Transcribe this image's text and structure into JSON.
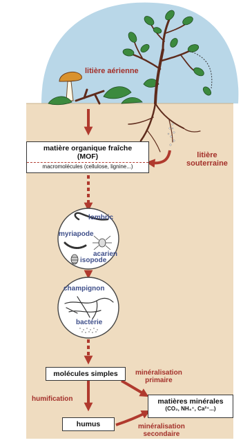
{
  "labels": {
    "litiere_aerienne": "litière aérienne",
    "litiere_souterraine_1": "litière",
    "litiere_souterraine_2": "souterraine",
    "mof_line1": "matière organique fraîche",
    "mof_line2": "(MOF)",
    "mof_line3": "macromolécules (cellulose, lignine...)",
    "lombric": "lombric",
    "myriapode": "myriapode",
    "acarien": "acarien",
    "isopode": "isopode",
    "champignon": "champignon",
    "bacterie": "bactérie",
    "molecules_simples": "molécules simples",
    "mineralisation_primaire_1": "minéralisation",
    "mineralisation_primaire_2": "primaire",
    "humification": "humification",
    "humus": "humus",
    "matieres_minerales": "matières minérales",
    "matieres_minerales_formula": "(CO₂, NH₄⁺, Ca²⁺...)",
    "mineralisation_secondaire_1": "minéralisation",
    "mineralisation_secondaire_2": "secondaire"
  },
  "colors": {
    "sky": "#b9d7e8",
    "soil": "#efdcc0",
    "arrow": "#b03a2e",
    "leaf": "#3c8a3e",
    "branch": "#5e2b1c"
  }
}
